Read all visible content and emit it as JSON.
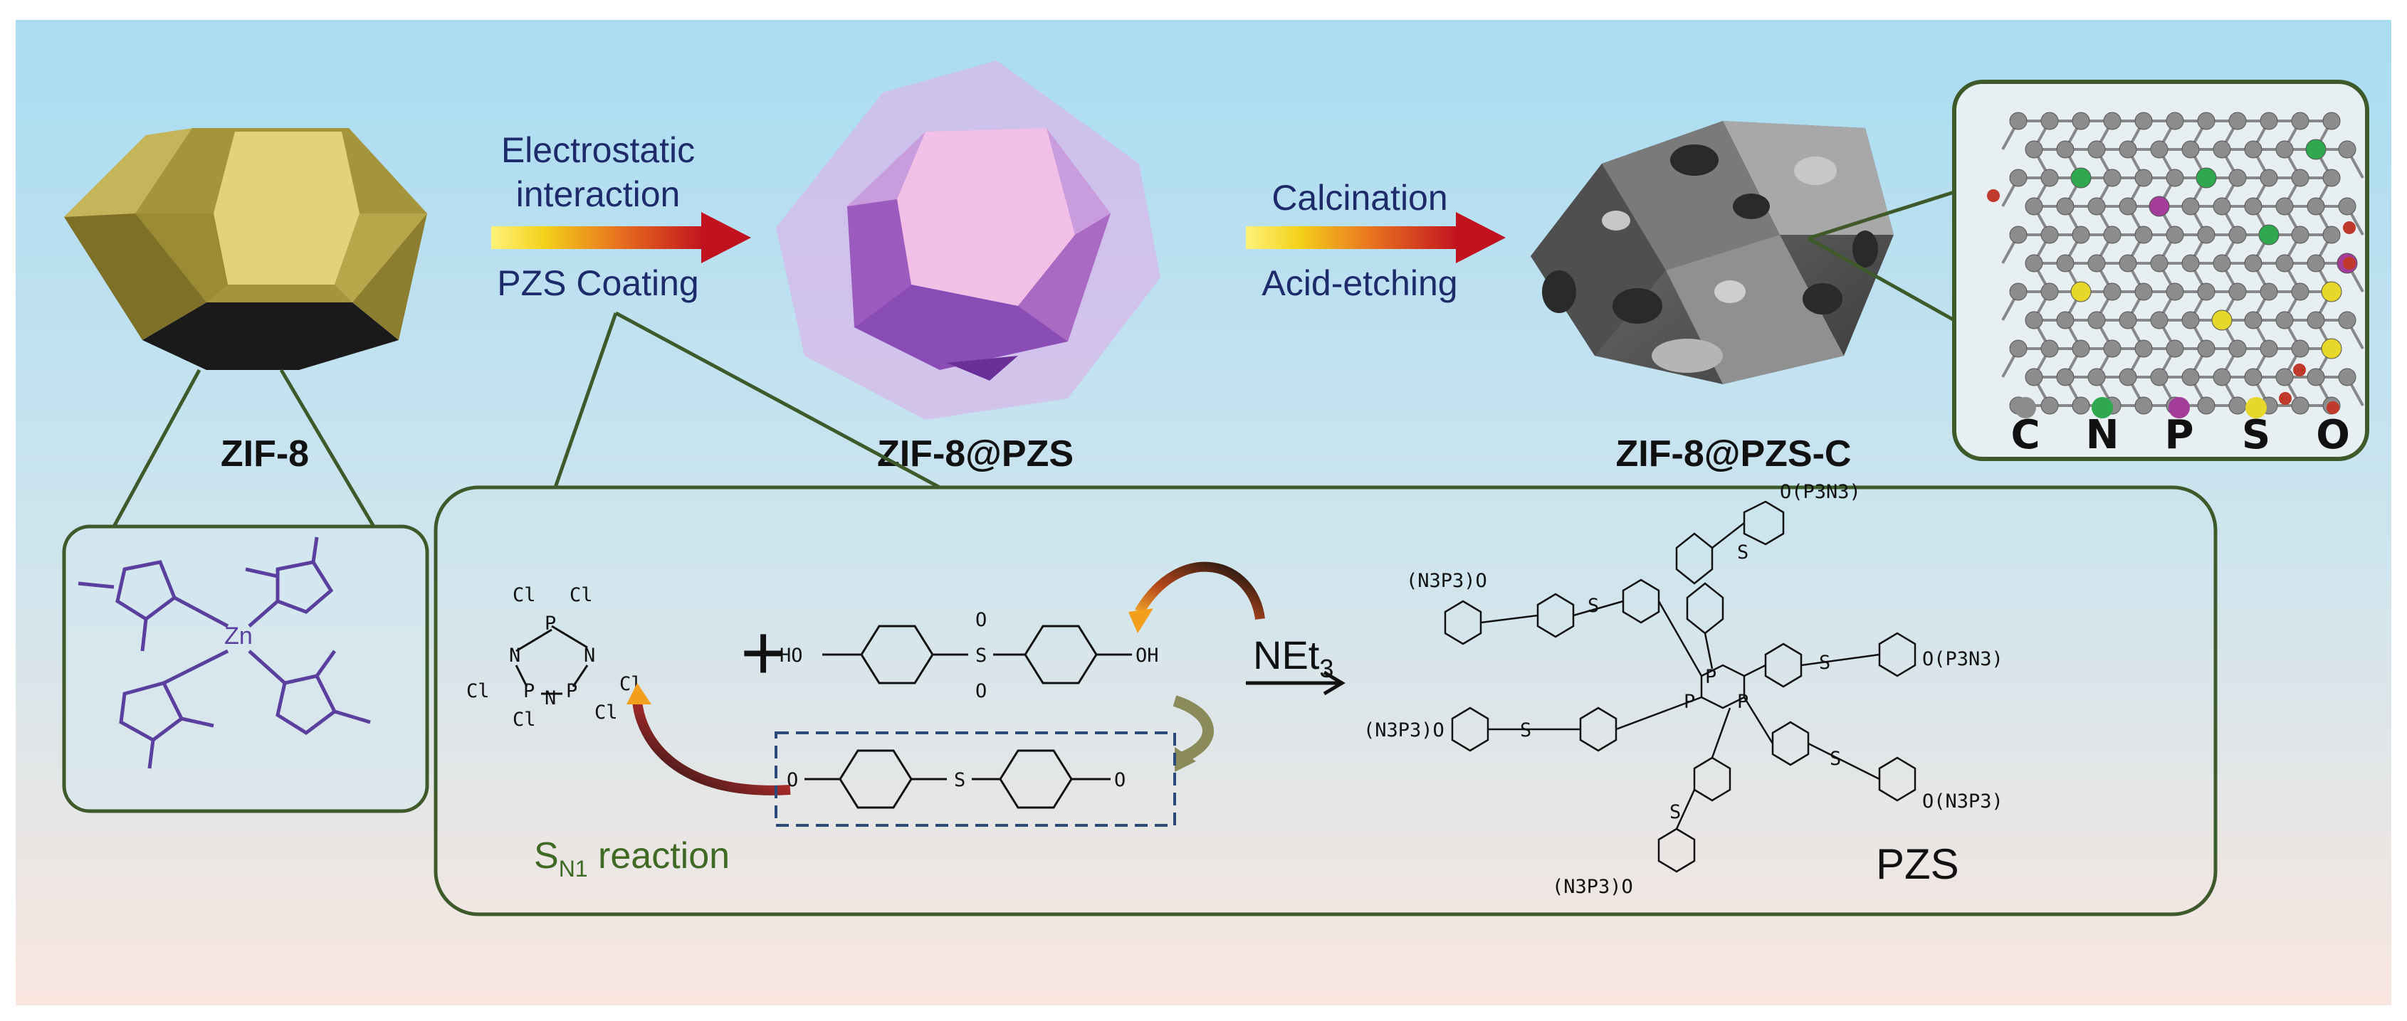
{
  "labels": {
    "zif8": "ZIF-8",
    "zif8_pzs": "ZIF-8@PZS",
    "zif8_pzs_c": "ZIF-8@PZS-C",
    "pzs": "PZS"
  },
  "step1": {
    "line1": "Electrostatic",
    "line2": "interaction",
    "line3": "PZS Coating"
  },
  "step2": {
    "line1": "Calcination",
    "line2": "Acid-etching"
  },
  "reaction": {
    "reagent": "NEt",
    "reagent_sub": "3",
    "mechanism": "S",
    "mechanism_sub": "N1",
    "mechanism_rest": " reaction",
    "plus": "+"
  },
  "chem": {
    "cl": "Cl",
    "p": "P",
    "n": "N",
    "o": "O",
    "s": "S",
    "zn": "Zn",
    "ho": "HO",
    "oh": "OH",
    "h": "H",
    "end_group": "O(P3N3)",
    "end_group_left": "(N3P3)O",
    "end_group_alt": "O(N3P3)"
  },
  "legend": [
    {
      "symbol": "C",
      "color": "#8c8c8c"
    },
    {
      "symbol": "N",
      "color": "#2fa84f"
    },
    {
      "symbol": "P",
      "color": "#a43d9a"
    },
    {
      "symbol": "S",
      "color": "#e6d72a"
    },
    {
      "symbol": "O",
      "color": "#c0392b"
    }
  ],
  "colors": {
    "zif8_crystal": "#c8b94e",
    "pzs_shell": "#d7b8ea",
    "carbon_body": "#6b6b6b",
    "frame_border": "#3e5a2a",
    "ligand": "#5b3f9e",
    "arrow_title": "#1f2a6b"
  }
}
